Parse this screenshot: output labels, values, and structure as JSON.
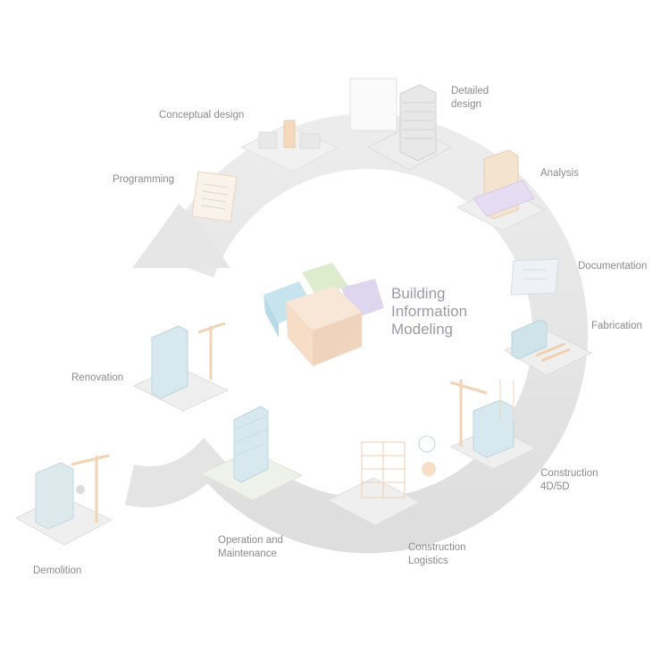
{
  "center": {
    "title_lines": [
      "Building",
      "Information",
      "Modeling"
    ],
    "logo_colors": [
      "#b8ddea",
      "#d5e8c0",
      "#d6cdea",
      "#f5ddc8"
    ]
  },
  "stages": {
    "conceptual_design": "Conceptual design",
    "detailed_design": [
      "Detailed",
      "design"
    ],
    "analysis": "Analysis",
    "documentation": "Documentation",
    "fabrication": "Fabrication",
    "construction_4d5d": [
      "Construction",
      "4D/5D"
    ],
    "construction_logistics": [
      "Construction",
      "Logistics"
    ],
    "operation_maintenance": [
      "Operation and",
      "Maintenance"
    ],
    "demolition": "Demolition",
    "renovation": "Renovation",
    "programming": "Programming"
  },
  "colors": {
    "ring": "#e4e4e4",
    "building_blue": "#cfe3ea",
    "accent_orange": "#f4d3b6",
    "accent_purple": "#e0d8ee",
    "text": "#8a8a8a"
  }
}
